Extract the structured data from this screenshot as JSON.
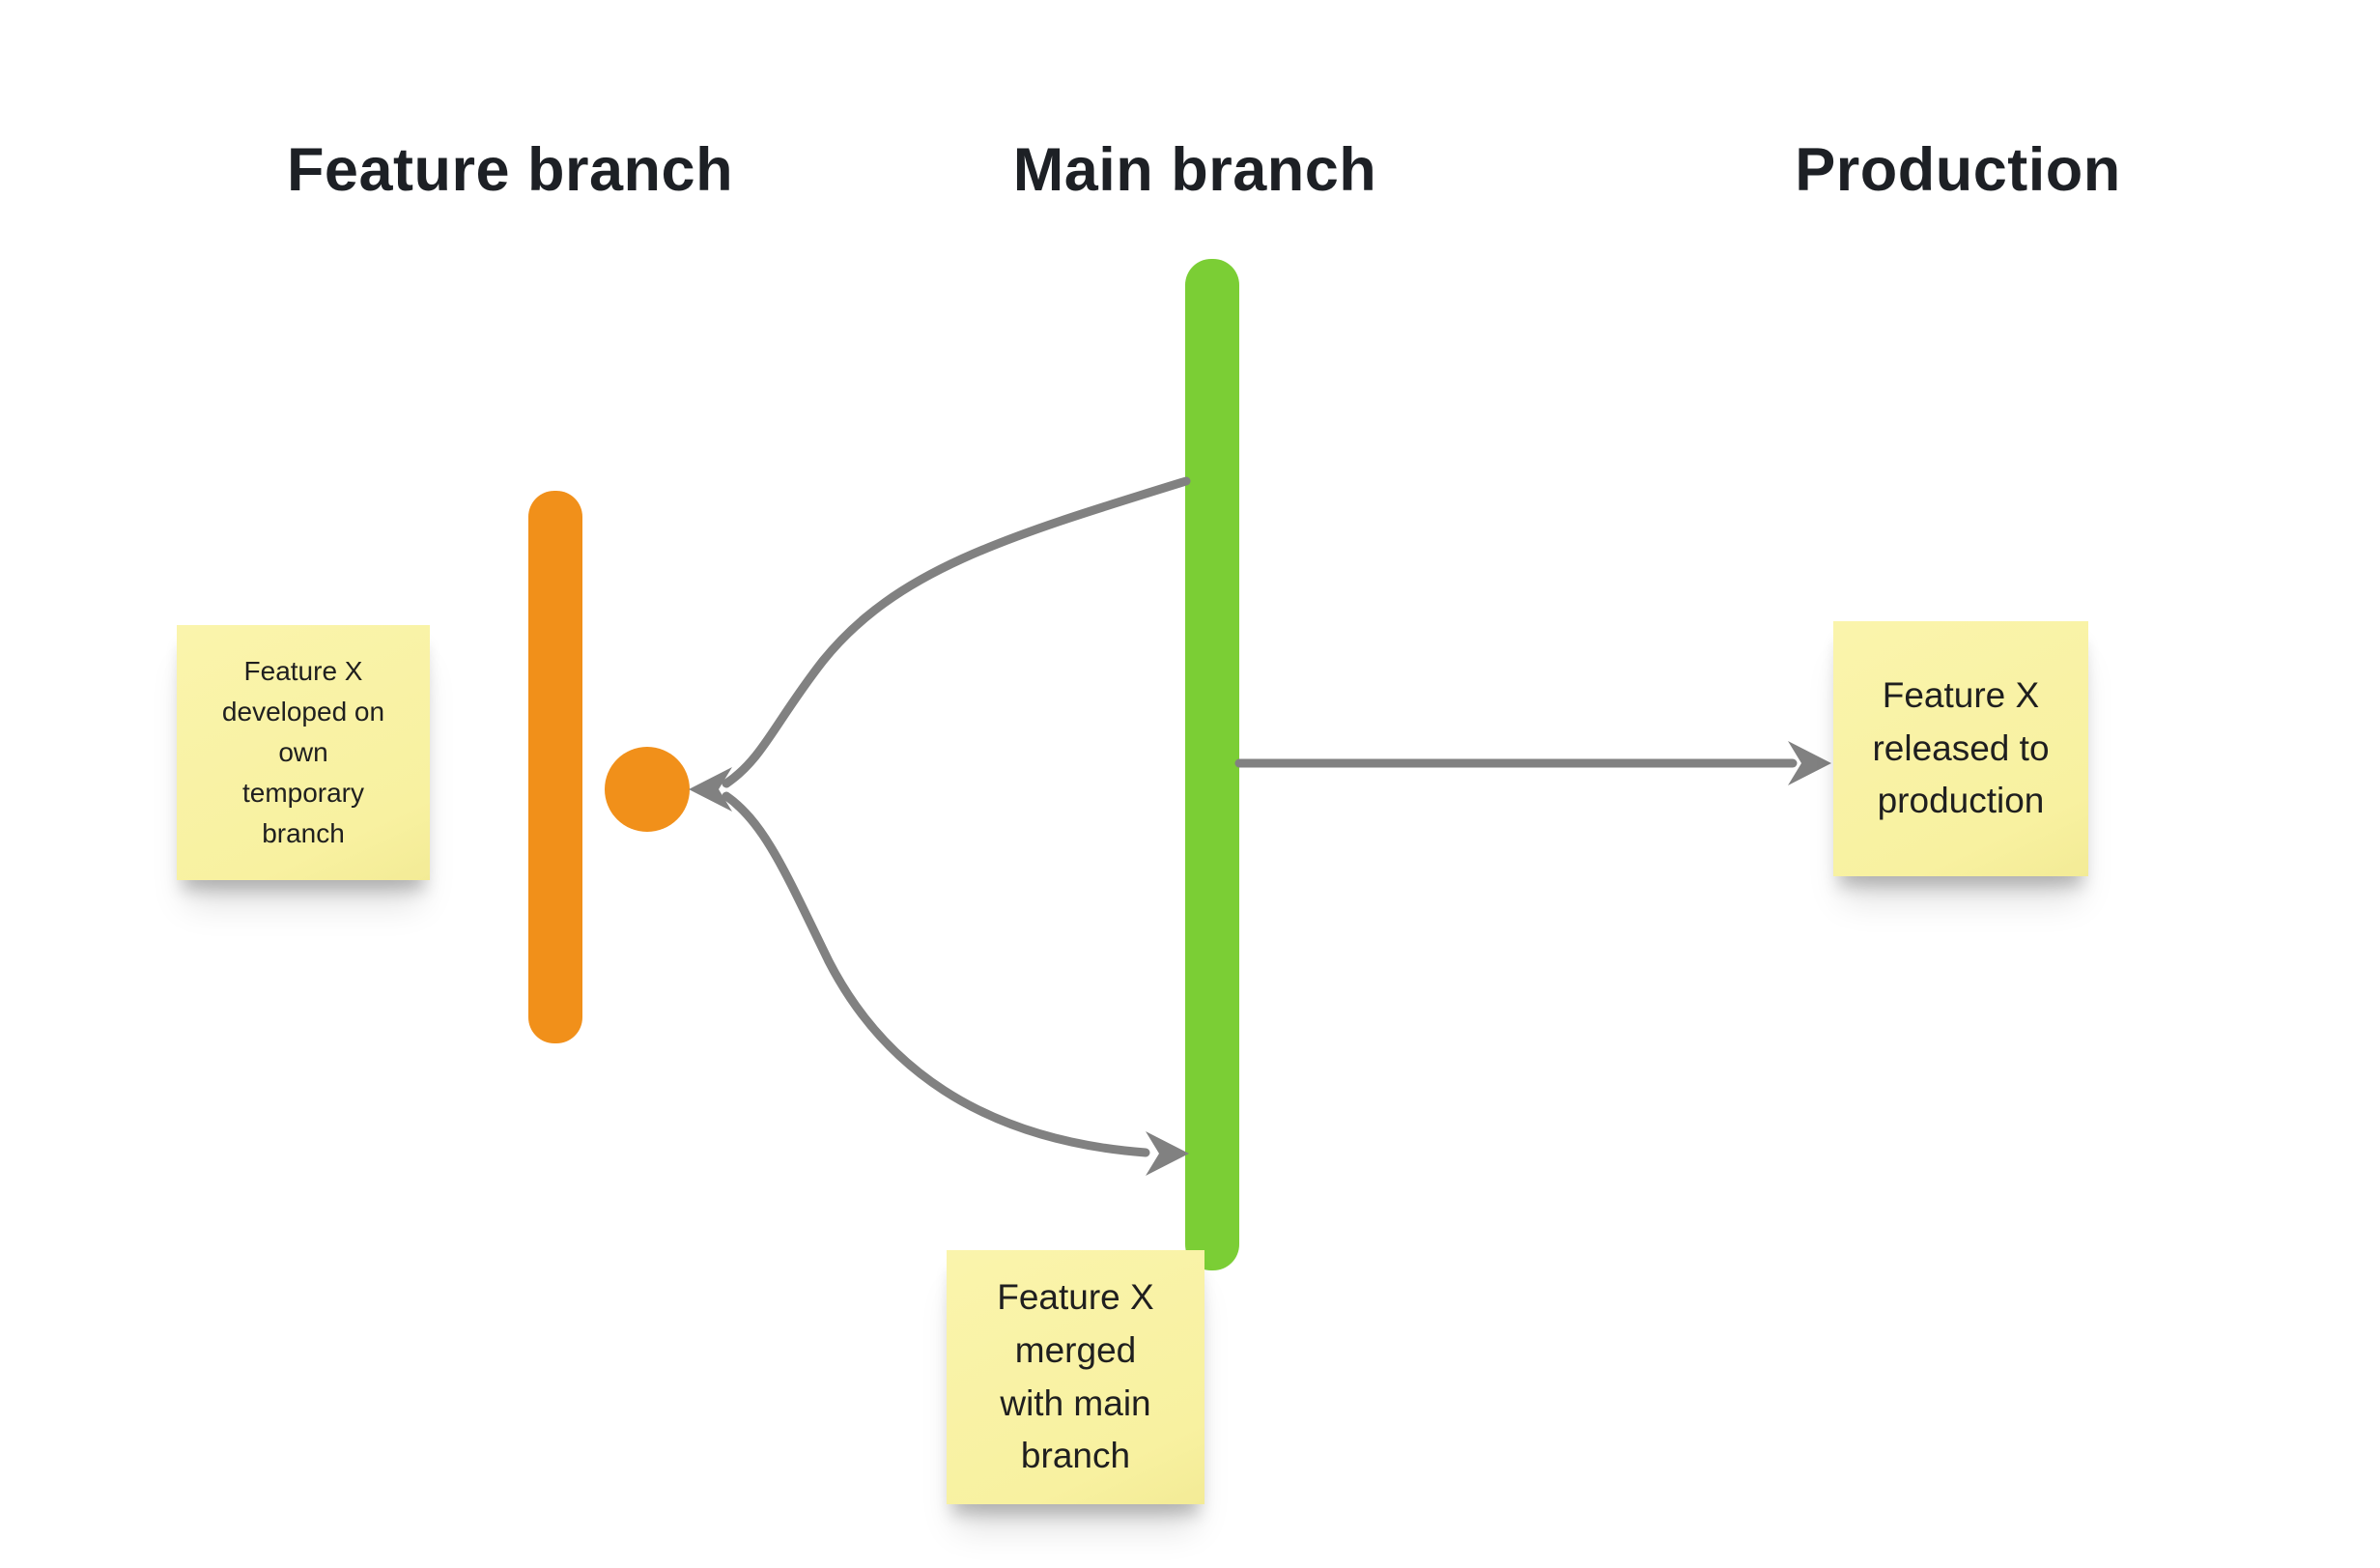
{
  "columns": {
    "feature": {
      "label": "Feature branch"
    },
    "main": {
      "label": "Main branch"
    },
    "production": {
      "label": "Production"
    }
  },
  "shapes": {
    "feature_branch_color": "#F1901A",
    "main_branch_color": "#7BCE35",
    "commit_dot_color": "#F1901A"
  },
  "connectors": {
    "color": "#818181"
  },
  "notes": {
    "background": "#F8F2A2",
    "develop": {
      "text": "Feature X\ndeveloped on\nown\ntemporary\nbranch"
    },
    "merge": {
      "text": "Feature X\nmerged\nwith main\nbranch"
    },
    "release": {
      "text": "Feature X\nreleased to\nproduction"
    }
  }
}
